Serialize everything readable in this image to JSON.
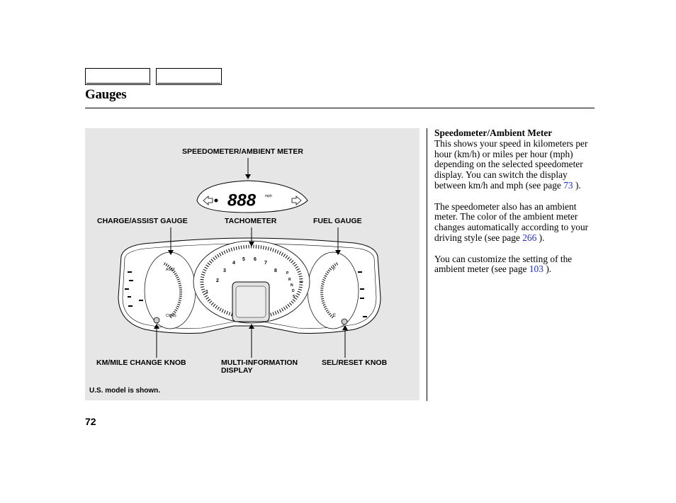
{
  "page": {
    "title": "Gauges",
    "page_number": "72"
  },
  "figure": {
    "callouts": {
      "speedometer_ambient_meter": "SPEEDOMETER/AMBIENT METER",
      "charge_assist_gauge": "CHARGE/ASSIST GAUGE",
      "tachometer": "TACHOMETER",
      "fuel_gauge": "FUEL GAUGE",
      "km_mile_change_knob": "KM/MILE CHANGE KNOB",
      "multi_information_display_line1": "MULTI-INFORMATION",
      "multi_information_display_line2": "DISPLAY",
      "sel_reset_knob": "SEL/RESET KNOB"
    },
    "note": "U.S. model is shown.",
    "speed_readout": "888",
    "speed_unit": "mph",
    "tach_numbers": [
      "1",
      "2",
      "3",
      "4",
      "5",
      "6",
      "7",
      "8"
    ],
    "gear_letters": [
      "P",
      "R",
      "N",
      "D",
      "S"
    ],
    "gauge_labels": {
      "assist": "ASST",
      "charge": "CHRG",
      "fuel_full": "F",
      "fuel_empty": "E"
    }
  },
  "text": {
    "heading": "Speedometer/Ambient Meter",
    "p1_text": "This shows your speed in kilometers per hour (km/h) or miles per hour (mph) depending on the selected speedometer display. You can switch the display between km/h and mph (see page",
    "p1_link": "73",
    "p1_end": ").",
    "p2_text": "The speedometer also has an ambient meter. The color of the ambient meter changes automatically according to your driving style (see page",
    "p2_link": "266",
    "p2_end": ").",
    "p3_text": "You can customize the setting of the ambient meter (see page",
    "p3_link": "103",
    "p3_end": ")."
  },
  "colors": {
    "link": "#1d31c8",
    "panel": "#e6e6e6"
  }
}
